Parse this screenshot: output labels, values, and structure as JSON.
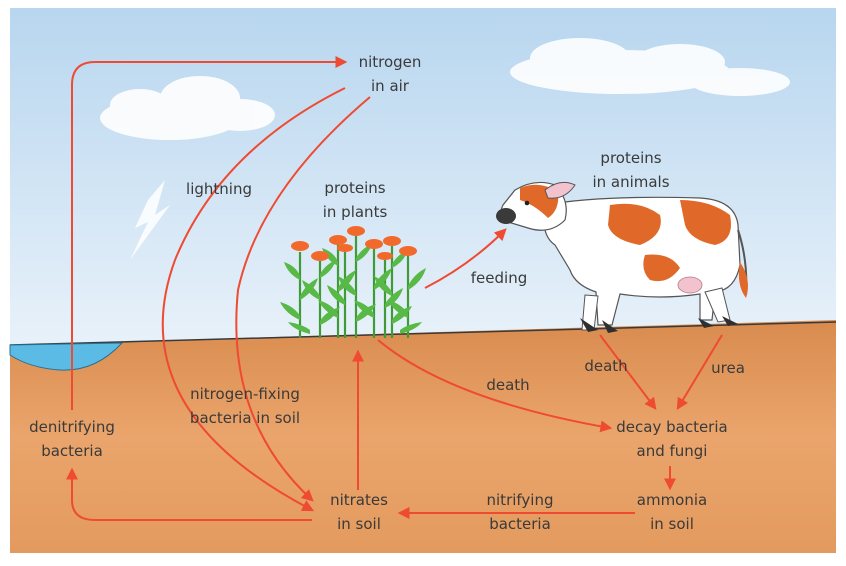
{
  "diagram": {
    "nitrogen_air": [
      "nitrogen",
      "in air"
    ],
    "lightning": "lightning",
    "proteins_plants": [
      "proteins",
      "in plants"
    ],
    "proteins_animals": [
      "proteins",
      "in animals"
    ],
    "feeding": "feeding",
    "death_plants": "death",
    "death_animals": "death",
    "urea": "urea",
    "nitrogen_fixing": [
      "nitrogen-fixing",
      "bacteria in soil"
    ],
    "denitrifying": [
      "denitrifying",
      "bacteria"
    ],
    "decay": [
      "decay bacteria",
      "and fungi"
    ],
    "ammonia": [
      "ammonia",
      "in soil"
    ],
    "nitrifying": [
      "nitrifying",
      "bacteria"
    ],
    "nitrates": [
      "nitrates",
      "in soil"
    ]
  },
  "colors": {
    "sky": "#cfe3f4",
    "soil": "#e39a5e",
    "arrow": "#ef4a32",
    "water": "#5bbbe4",
    "plant": "#58b947",
    "flower": "#f26a2b",
    "cow_patch": "#e0692a"
  }
}
